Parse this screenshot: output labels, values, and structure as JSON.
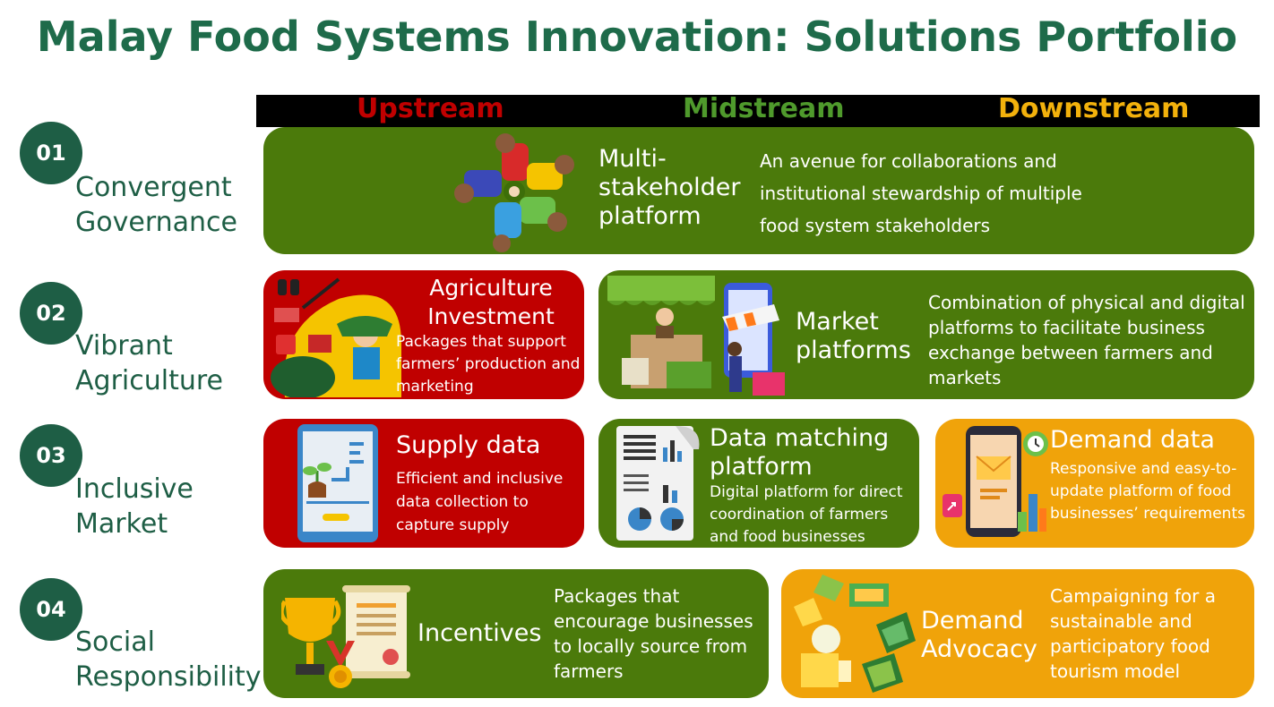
{
  "title": "Malay Food Systems Innovation: Solutions Portfolio",
  "streams": {
    "upstream": "Upstream",
    "midstream": "Midstream",
    "downstream": "Downstream"
  },
  "rows": [
    {
      "num": "01",
      "label_1": "Convergent",
      "label_2": "Governance"
    },
    {
      "num": "02",
      "label_1": "Vibrant",
      "label_2": "Agriculture"
    },
    {
      "num": "03",
      "label_1": "Inclusive",
      "label_2": "Market"
    },
    {
      "num": "04",
      "label_1": "Social",
      "label_2": "Responsibility"
    }
  ],
  "cards": {
    "multi": {
      "title_1": "Multi-",
      "title_2": "stakeholder",
      "title_3": "platform",
      "desc_1": "An avenue for collaborations and",
      "desc_2": "institutional stewardship of multiple",
      "desc_3": "food system stakeholders"
    },
    "agri": {
      "title_1": "Agriculture",
      "title_2": "Investment",
      "desc_1": "Packages that support",
      "desc_2": "farmers’ production and",
      "desc_3": "marketing"
    },
    "market": {
      "title_1": "Market",
      "title_2": "platforms",
      "desc_1": "Combination of physical and digital",
      "desc_2": "platforms to facilitate business",
      "desc_3": "exchange between farmers and",
      "desc_4": "markets"
    },
    "supply": {
      "title": "Supply data",
      "desc_1": "Efficient and inclusive",
      "desc_2": "data collection to",
      "desc_3": "capture supply"
    },
    "matching": {
      "title_1": "Data matching",
      "title_2": "platform",
      "desc_1": "Digital platform for direct",
      "desc_2": "coordination of farmers",
      "desc_3": "and food businesses"
    },
    "demand": {
      "title": "Demand data",
      "desc_1": "Responsive and easy-to-",
      "desc_2": "update platform of food",
      "desc_3": "businesses’ requirements"
    },
    "incentives": {
      "title": "Incentives",
      "desc_1": "Packages that",
      "desc_2": "encourage businesses",
      "desc_3": "to locally source from",
      "desc_4": "farmers"
    },
    "advocacy": {
      "title_1": "Demand",
      "title_2": "Advocacy",
      "desc_1": "Campaigning for a",
      "desc_2": "sustainable and",
      "desc_3": "participatory food",
      "desc_4": "tourism model"
    }
  },
  "colors": {
    "green": "#4b7a0b",
    "red": "#c00000",
    "orange": "#f0a30a",
    "dark_teal": "#1e5e45",
    "title": "#1e6b4a"
  },
  "icons": {
    "multi": "people-circle-icon",
    "agri": "farmer-tools-icon",
    "market": "market-stall-phone-icon",
    "supply": "phone-seedling-icon",
    "matching": "report-charts-icon",
    "demand": "phone-mail-icon",
    "incentives": "trophy-certificate-icon",
    "advocacy": "food-leaves-icon"
  }
}
